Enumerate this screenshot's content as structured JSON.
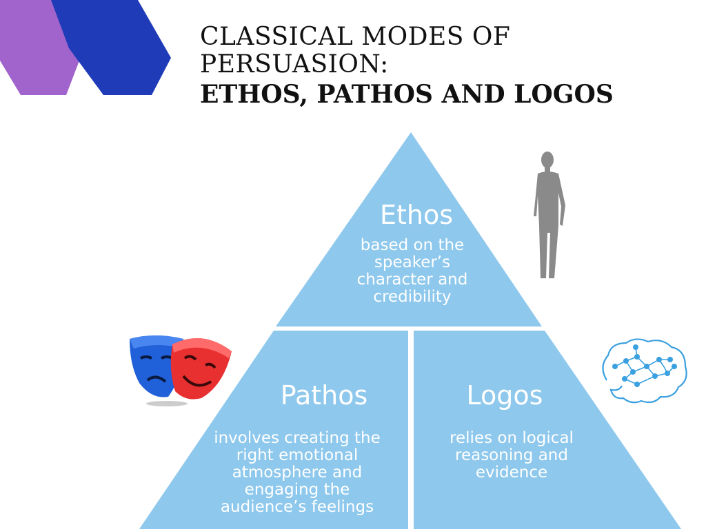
{
  "title": {
    "line1": "CLASSICAL MODES OF",
    "line2": "PERSUASION:",
    "line3": "ETHOS, PATHOS AND LOGOS"
  },
  "ethos": {
    "heading": "Ethos",
    "desc": [
      "based on the",
      "speaker’s",
      "character and",
      "credibility"
    ]
  },
  "pathos": {
    "heading": "Pathos",
    "desc": [
      "involves creating the",
      "right emotional",
      "atmosphere and",
      "engaging the",
      "audience’s feelings"
    ]
  },
  "logos": {
    "heading": "Logos",
    "desc": [
      "relies on logical",
      "reasoning and",
      "evidence"
    ]
  },
  "colors": {
    "pyramid": "#8ec8ec",
    "accent_purple": "#a064cc",
    "accent_blue": "#1f3bb8",
    "mask_blue": "#2060d8",
    "mask_red": "#e83030",
    "person": "#8a8a8a",
    "brain": "#3aa0e0"
  },
  "icons": [
    "theater-masks-icon",
    "person-silhouette-icon",
    "brain-network-icon"
  ]
}
